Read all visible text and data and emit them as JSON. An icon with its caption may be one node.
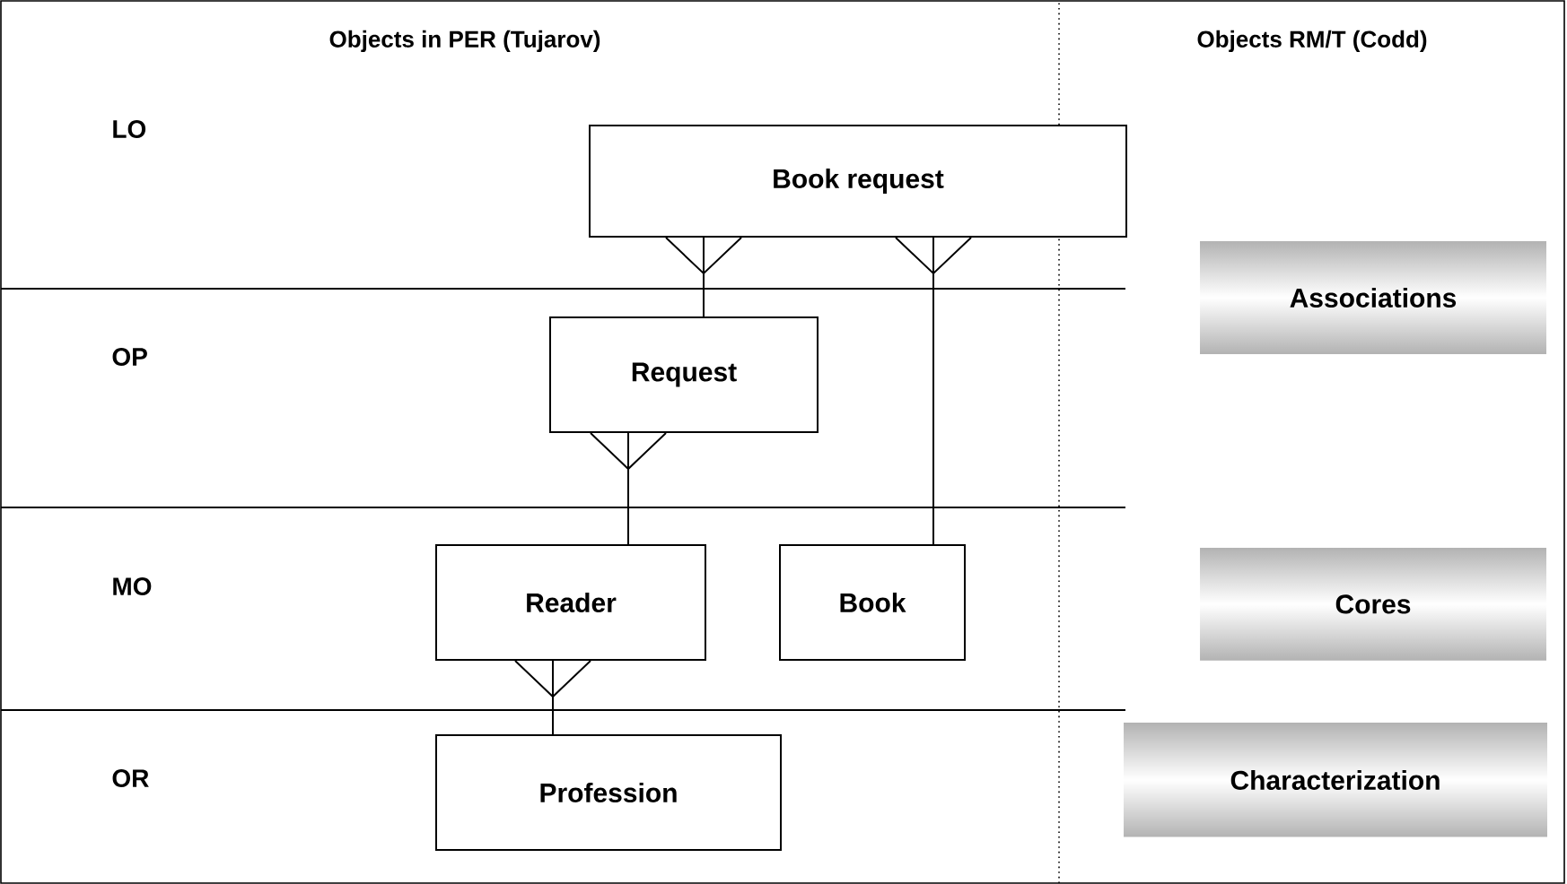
{
  "diagram": {
    "nodes": [
      {
        "text": [
          "Book request"
        ]
      },
      {
        "text": [
          "Request"
        ]
      },
      {
        "text": [
          "Reader"
        ]
      },
      {
        "text": [
          "Book"
        ]
      },
      {
        "text": [
          "Profession"
        ]
      },
      {
        "text": [
          "Associations"
        ]
      },
      {
        "text": [
          "Cores"
        ]
      },
      {
        "text": [
          "Characterization"
        ]
      }
    ],
    "edges": [
      {
        "from": 0,
        "to": 1,
        "arrow": "other"
      },
      {
        "from": 0,
        "to": 3,
        "arrow": "other"
      },
      {
        "from": 1,
        "to": 2,
        "arrow": "other"
      },
      {
        "from": 2,
        "to": 4,
        "arrow": "other"
      }
    ],
    "labels": [
      "Objects in PER (Tujarov)",
      "Objects RM/T (Codd)",
      "LO",
      "OP",
      "MO",
      "OR"
    ]
  }
}
